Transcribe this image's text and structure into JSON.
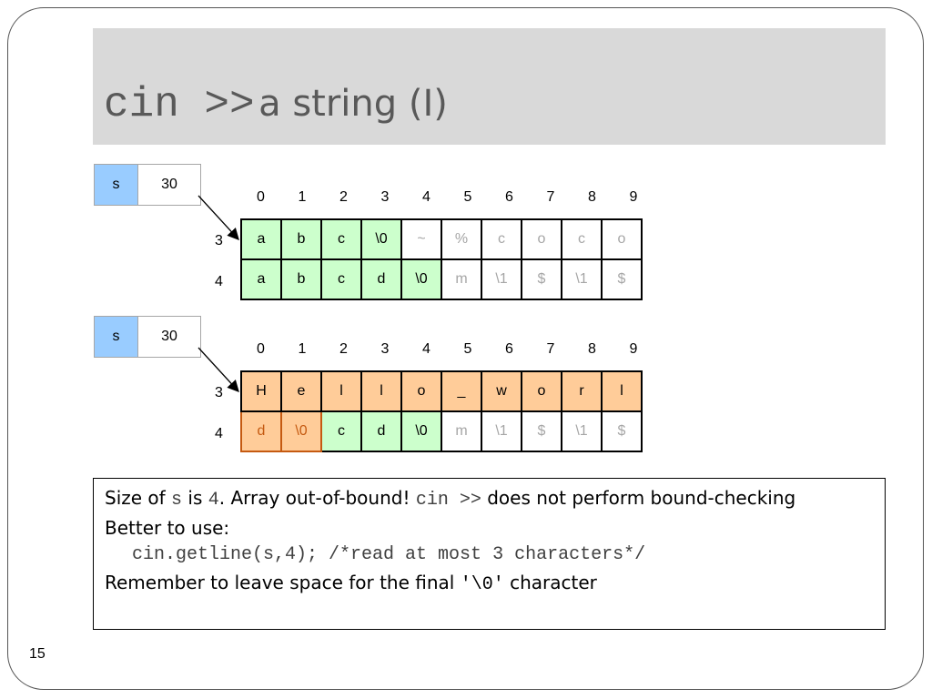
{
  "title": {
    "code": "cin >>",
    "text": "a string (I)"
  },
  "indices": [
    "0",
    "1",
    "2",
    "3",
    "4",
    "5",
    "6",
    "7",
    "8",
    "9"
  ],
  "diagram1": {
    "var_name": "s",
    "var_address": "30",
    "rows": [
      {
        "addr": "3",
        "cells": [
          "a",
          "b",
          "c",
          "\\0",
          "~",
          "%",
          "c",
          "o",
          "c",
          "o"
        ]
      },
      {
        "addr": "4",
        "cells": [
          "a",
          "b",
          "c",
          "d",
          "\\0",
          "m",
          "\\1",
          "$",
          "\\1",
          "$"
        ]
      }
    ]
  },
  "diagram2": {
    "var_name": "s",
    "var_address": "30",
    "rows": [
      {
        "addr": "3",
        "cells": [
          "H",
          "e",
          "l",
          "l",
          "o",
          "_",
          "w",
          "o",
          "r",
          "l"
        ]
      },
      {
        "addr": "4",
        "cells": [
          "d",
          "\\0",
          "c",
          "d",
          "\\0",
          "m",
          "\\1",
          "$",
          "\\1",
          "$"
        ]
      }
    ]
  },
  "note": {
    "line1_a": "Size of ",
    "line1_code_s": "s",
    "line1_b": " is ",
    "line1_code_4": "4",
    "line1_c": ". Array out-of-bound! ",
    "line1_code_cin": "cin >>",
    "line1_d": " does not perform bound-checking",
    "line2": "Better to use:",
    "line3_code": "cin.getline(s,4); /*read at most 3 characters*/",
    "line4_a": "Remember to leave space for the final ",
    "line4_code": "'\\0'",
    "line4_b": " character"
  },
  "page_number": "15",
  "colors": {
    "green": "#ccffcc",
    "orange": "#ffcc99",
    "orange_border": "#c55a11",
    "var_blue": "#99ccff",
    "title_bg": "#d9d9d9"
  }
}
